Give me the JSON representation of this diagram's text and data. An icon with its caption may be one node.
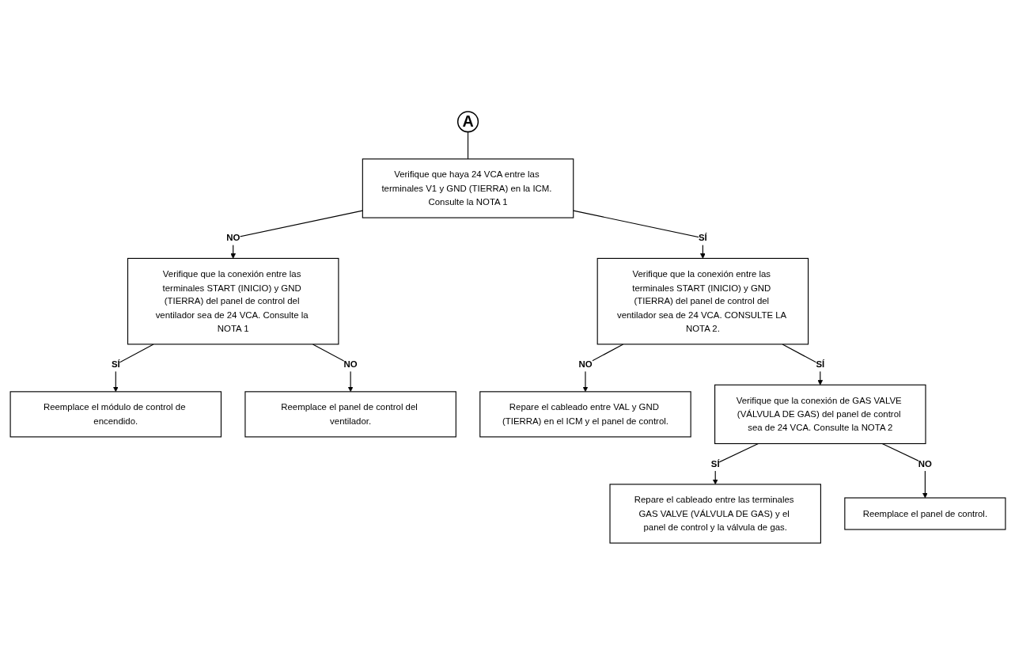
{
  "diagram": {
    "nodes": [
      {
        "text": [
          "A"
        ]
      },
      {
        "text": [
          "Verifique que haya 24 VCA entre las terminales V1 y GND (TIERRA) en la ICM. Consulte la NOTA 1"
        ]
      },
      {
        "text": [
          "Verifique que la conexión entre las terminales START (INICIO) y GND (TIERRA) del panel de control del ventilador sea de 24 VCA. Consulte la NOTA 1"
        ]
      },
      {
        "text": [
          "Reemplace el módulo de control de encendido."
        ]
      },
      {
        "text": [
          "Reemplace el panel de control del ventilador."
        ]
      },
      {
        "text": [
          "Verifique que la conexión entre las terminales START (INICIO) y GND (TIERRA) del panel de control del ventilador sea de 24 VCA. CONSULTE LA NOTA 2."
        ]
      },
      {
        "text": [
          "Repare el cableado entre VAL y GND (TIERRA) en el ICM y el panel de control."
        ]
      },
      {
        "text": [
          "Verifique que la conexión de GAS VALVE (VÁLVULA DE GAS) del panel de control sea de 24 VCA. Consulte la NOTA 2"
        ]
      },
      {
        "text": [
          "Repare el cableado entre las terminales GAS VALVE (VÁLVULA DE GAS) y el panel de control y la válvula de gas."
        ]
      },
      {
        "text": [
          "Reemplace el panel de control."
        ]
      }
    ],
    "edges": [
      {
        "from": 0,
        "to": 1,
        "arrow": "none"
      },
      {
        "from": 1,
        "to": 2,
        "arrow": "to",
        "label": "NO"
      },
      {
        "from": 2,
        "to": 3,
        "arrow": "to",
        "label": "SÍ"
      },
      {
        "from": 2,
        "to": 4,
        "arrow": "to",
        "label": "NO"
      },
      {
        "from": 1,
        "to": 5,
        "arrow": "to",
        "label": "SÍ"
      },
      {
        "from": 5,
        "to": 6,
        "arrow": "to",
        "label": "NO"
      },
      {
        "from": 5,
        "to": 7,
        "arrow": "to",
        "label": "SÍ"
      },
      {
        "from": 7,
        "to": 8,
        "arrow": "to",
        "label": "SÍ"
      },
      {
        "from": 7,
        "to": 9,
        "arrow": "to",
        "label": "NO"
      }
    ]
  }
}
